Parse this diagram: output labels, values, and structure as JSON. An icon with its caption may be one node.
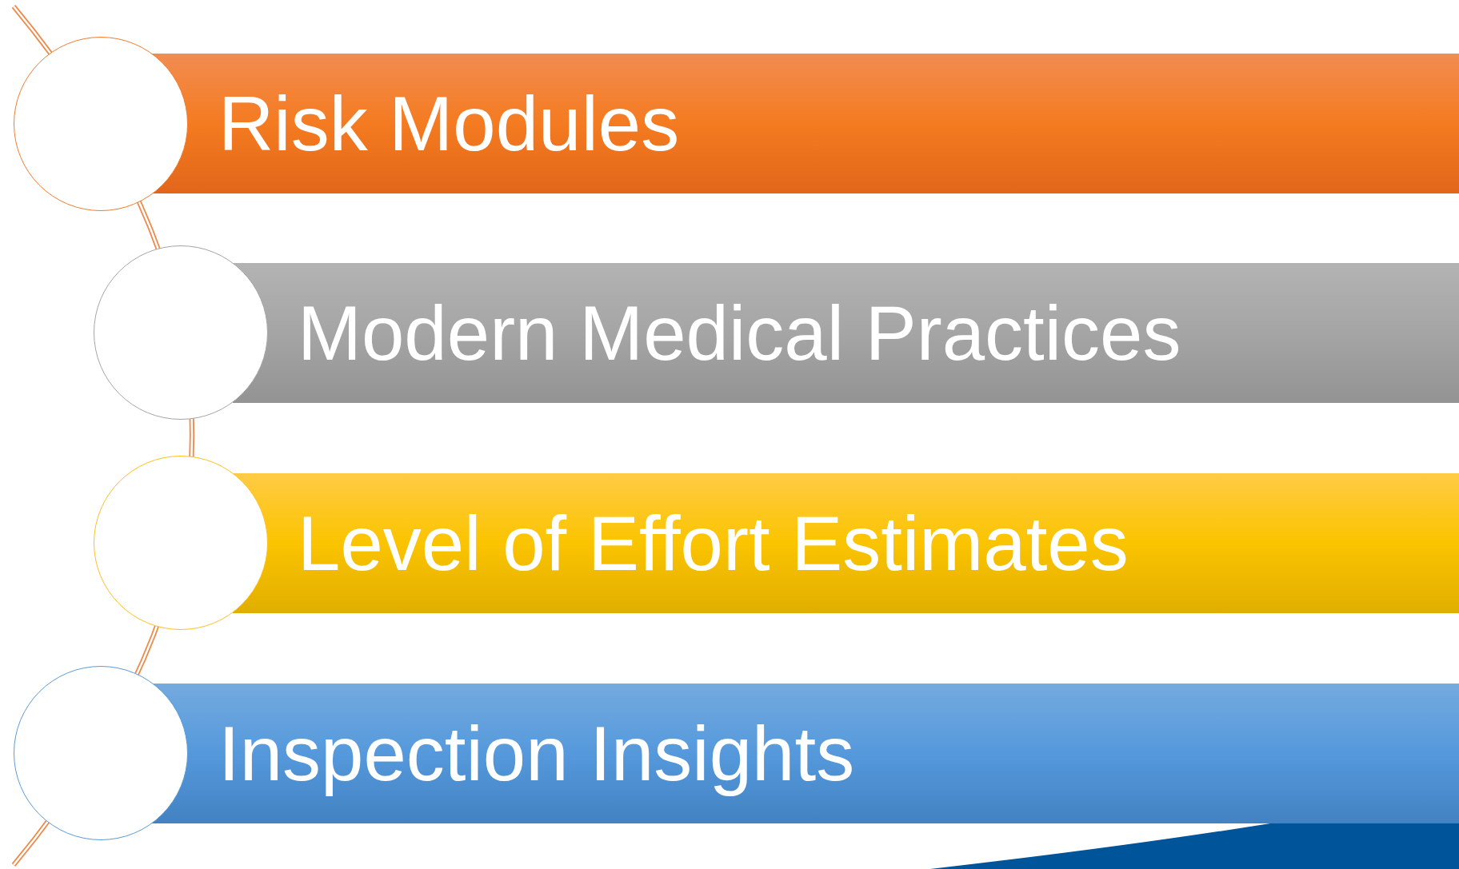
{
  "diagram": {
    "nodes": [
      {
        "text": [],
        "shape": "circle"
      },
      {
        "text": [
          "Risk Modules"
        ]
      },
      {
        "text": [],
        "shape": "circle"
      },
      {
        "text": [
          "Modern Medical Practices"
        ]
      },
      {
        "text": [],
        "shape": "circle"
      },
      {
        "text": [
          "Level of Effort Estimates"
        ]
      },
      {
        "text": [],
        "shape": "circle"
      },
      {
        "text": [
          "Inspection Insights"
        ]
      }
    ]
  }
}
